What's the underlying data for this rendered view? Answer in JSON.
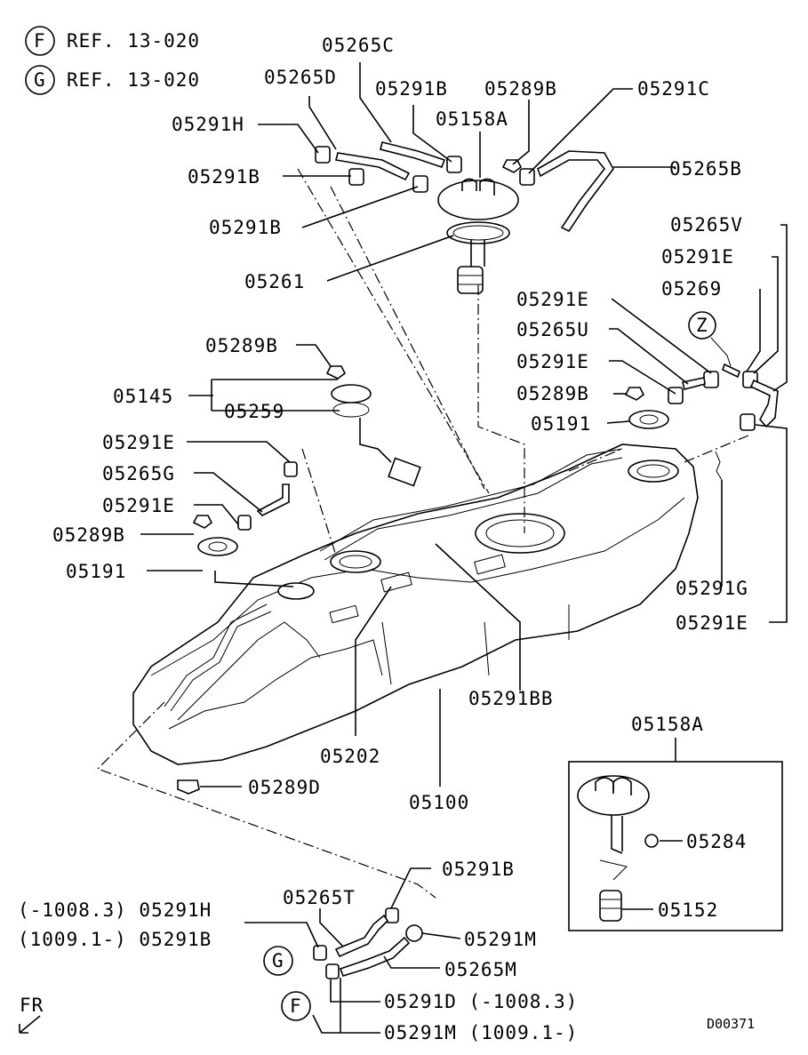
{
  "refs": [
    {
      "letter": "F",
      "text": "REF. 13-020"
    },
    {
      "letter": "G",
      "text": "REF. 13-020"
    }
  ],
  "labels": {
    "p05265C": "05265C",
    "p05265D": "05265D",
    "p05291B_top": "05291B",
    "p05289B_top": "05289B",
    "p05291C": "05291C",
    "p05158A_top": "05158A",
    "p05291H": "05291H",
    "p05265B": "05265B",
    "p05291B_a": "05291B",
    "p05291B_b": "05291B",
    "p05265V": "05265V",
    "p05291E_a": "05291E",
    "p05261": "05261",
    "p05269": "05269",
    "p05291E_b": "05291E",
    "p05265U": "05265U",
    "p05291E_c": "05291E",
    "p05289B_mid": "05289B",
    "p05289B_right": "05289B",
    "p05145": "05145",
    "p05259": "05259",
    "p05191_right": "05191",
    "p05291E_left": "05291E",
    "p05265G": "05265G",
    "p05291E_left2": "05291E",
    "p05289B_left": "05289B",
    "p05191_left": "05191",
    "p05291G": "05291G",
    "p05291E_right": "05291E",
    "p05291BB": "05291BB",
    "p05202": "05202",
    "p05158A_box": "05158A",
    "p05289D": "05289D",
    "p05100": "05100",
    "p05284": "05284",
    "p05291B_bottom": "05291B",
    "p05265T": "05265T",
    "p05152": "05152",
    "p05291H_bottom": "(-1008.3) 05291H",
    "p05291B_bottom2": "(1009.1-) 05291B",
    "p05291M": "05291M",
    "p05265M": "05265M",
    "p05291D": "05291D (-1008.3)",
    "p05291M_bottom": "05291M (1009.1-)"
  },
  "callouts": {
    "z": "Z",
    "g": "G",
    "f": "F"
  },
  "front_marker": "FR",
  "diagram_id": "D00371"
}
